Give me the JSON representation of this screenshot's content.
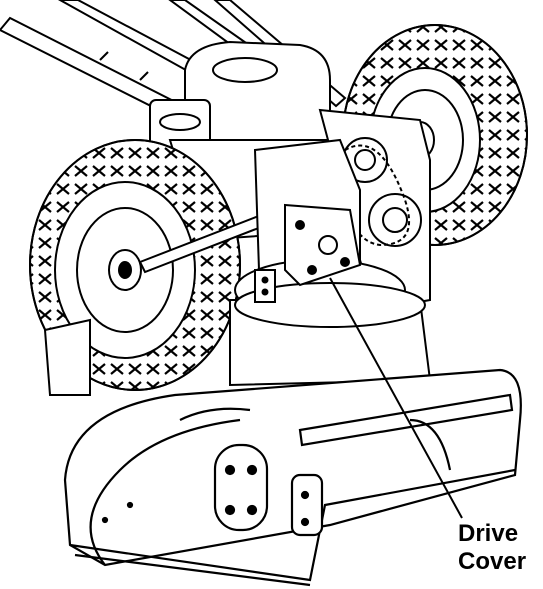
{
  "callout": {
    "line1": "Drive",
    "line2": "Cover"
  },
  "colors": {
    "ink": "#000000",
    "paper": "#ffffff",
    "shade": "#d9d9d9"
  },
  "icons": [
    "tire-tread",
    "auger-housing",
    "drive-cover-plate",
    "handlebar"
  ]
}
